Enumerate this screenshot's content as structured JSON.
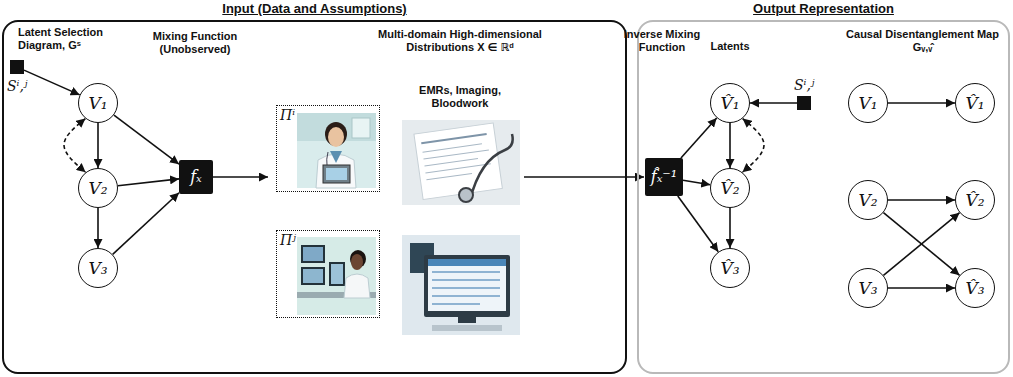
{
  "diagram": {
    "nodes": [
      {
        "text": [
          "Input (Data and Assumptions)"
        ]
      },
      {
        "text": [
          "Sⁱ,ʲ"
        ],
        "in": 0
      },
      {
        "text": [
          "V₁"
        ],
        "in": 0
      },
      {
        "text": [
          "V₂"
        ],
        "in": 0
      },
      {
        "text": [
          "V₃"
        ],
        "in": 0
      },
      {
        "text": [
          "fₓ"
        ],
        "in": 0
      },
      {
        "text": [
          "Πⁱ"
        ],
        "in": 0
      },
      {
        "text": [
          "Πʲ"
        ],
        "in": 0
      },
      {
        "text": [
          "Output Representation"
        ]
      },
      {
        "text": [
          "f̂ₓ⁻¹"
        ],
        "in": 8
      },
      {
        "text": [
          "V̂₁"
        ],
        "in": 8
      },
      {
        "text": [
          "V̂₂"
        ],
        "in": 8
      },
      {
        "text": [
          "V̂₃"
        ],
        "in": 8
      },
      {
        "text": [
          "Sⁱ,ʲ"
        ],
        "in": 8
      },
      {
        "text": [
          "V₁"
        ],
        "in": 8
      },
      {
        "text": [
          "V̂₁"
        ],
        "in": 8
      },
      {
        "text": [
          "V₂"
        ],
        "in": 8
      },
      {
        "text": [
          "V̂₂"
        ],
        "in": 8
      },
      {
        "text": [
          "V₃"
        ],
        "in": 8
      },
      {
        "text": [
          "V̂₃"
        ],
        "in": 8
      }
    ],
    "edges": [
      {
        "from": 1,
        "to": 2,
        "arrow": "to"
      },
      {
        "from": 2,
        "to": 3,
        "arrow": "both"
      },
      {
        "from": 2,
        "to": 3,
        "arrow": "to"
      },
      {
        "from": 3,
        "to": 4,
        "arrow": "to"
      },
      {
        "from": 2,
        "to": 5,
        "arrow": "to"
      },
      {
        "from": 3,
        "to": 5,
        "arrow": "to"
      },
      {
        "from": 4,
        "to": 5,
        "arrow": "to"
      },
      {
        "from": 9,
        "to": 10,
        "arrow": "to"
      },
      {
        "from": 9,
        "to": 11,
        "arrow": "to"
      },
      {
        "from": 9,
        "to": 12,
        "arrow": "to"
      },
      {
        "from": 10,
        "to": 11,
        "arrow": "to"
      },
      {
        "from": 11,
        "to": 12,
        "arrow": "to"
      },
      {
        "from": 10,
        "to": 11,
        "arrow": "both"
      },
      {
        "from": 13,
        "to": 10,
        "arrow": "to"
      },
      {
        "from": 14,
        "to": 15,
        "arrow": "to"
      },
      {
        "from": 16,
        "to": 17,
        "arrow": "to"
      },
      {
        "from": 16,
        "to": 19,
        "arrow": "to"
      },
      {
        "from": 18,
        "to": 17,
        "arrow": "to"
      },
      {
        "from": 18,
        "to": 19,
        "arrow": "to"
      }
    ],
    "labels": [
      "Latent Selection Diagram, Gˢ",
      "Mixing Function (Unobserved)",
      "Multi-domain High-dimensional Distributions X ∈ ℝᵈ",
      "EMRs, Imaging, Bloodwork",
      "Inverse Mixing Function",
      "Latents",
      "Causal Disentanglement Map Gᵥ,ᵥ̂"
    ]
  }
}
